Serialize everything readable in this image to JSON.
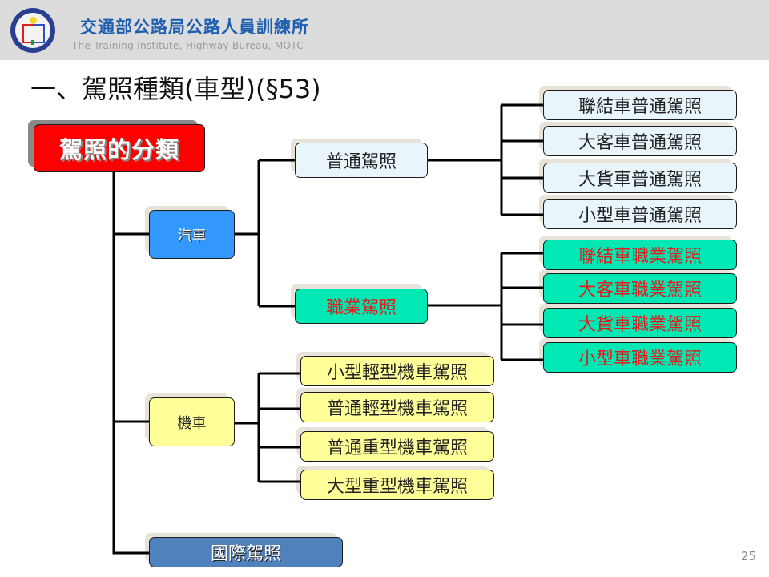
{
  "header": {
    "org_name_cn": "交通部公路局公路人員訓練所",
    "org_name_en": "The Training Institute, Highway Bureau,  MOTC",
    "logo_icon": "institute-emblem"
  },
  "slide": {
    "title": "一、駕照種類(車型)(§53)",
    "page_number": "25"
  },
  "diagram": {
    "root": "駕照的分類",
    "car": {
      "label": "汽車",
      "general": {
        "label": "普通駕照",
        "items": [
          "聯結車普通駕照",
          "大客車普通駕照",
          "大貨車普通駕照",
          "小型車普通駕照"
        ]
      },
      "professional": {
        "label": "職業駕照",
        "items": [
          "聯結車職業駕照",
          "大客車職業駕照",
          "大貨車職業駕照",
          "小型車職業駕照"
        ]
      }
    },
    "motorcycle": {
      "label": "機車",
      "items": [
        "小型輕型機車駕照",
        "普通輕型機車駕照",
        "普通重型機車駕照",
        "大型重型機車駕照"
      ]
    },
    "international": {
      "label": "國際駕照"
    }
  },
  "colors": {
    "root": "#ff0000",
    "car": "#3399ff",
    "motorcycle": "#ffff99",
    "international": "#4f81bd",
    "general": "#e8f6fc",
    "professional": "#00e8b4",
    "professional_text": "#e81818",
    "header_text": "#1f5fb0"
  }
}
